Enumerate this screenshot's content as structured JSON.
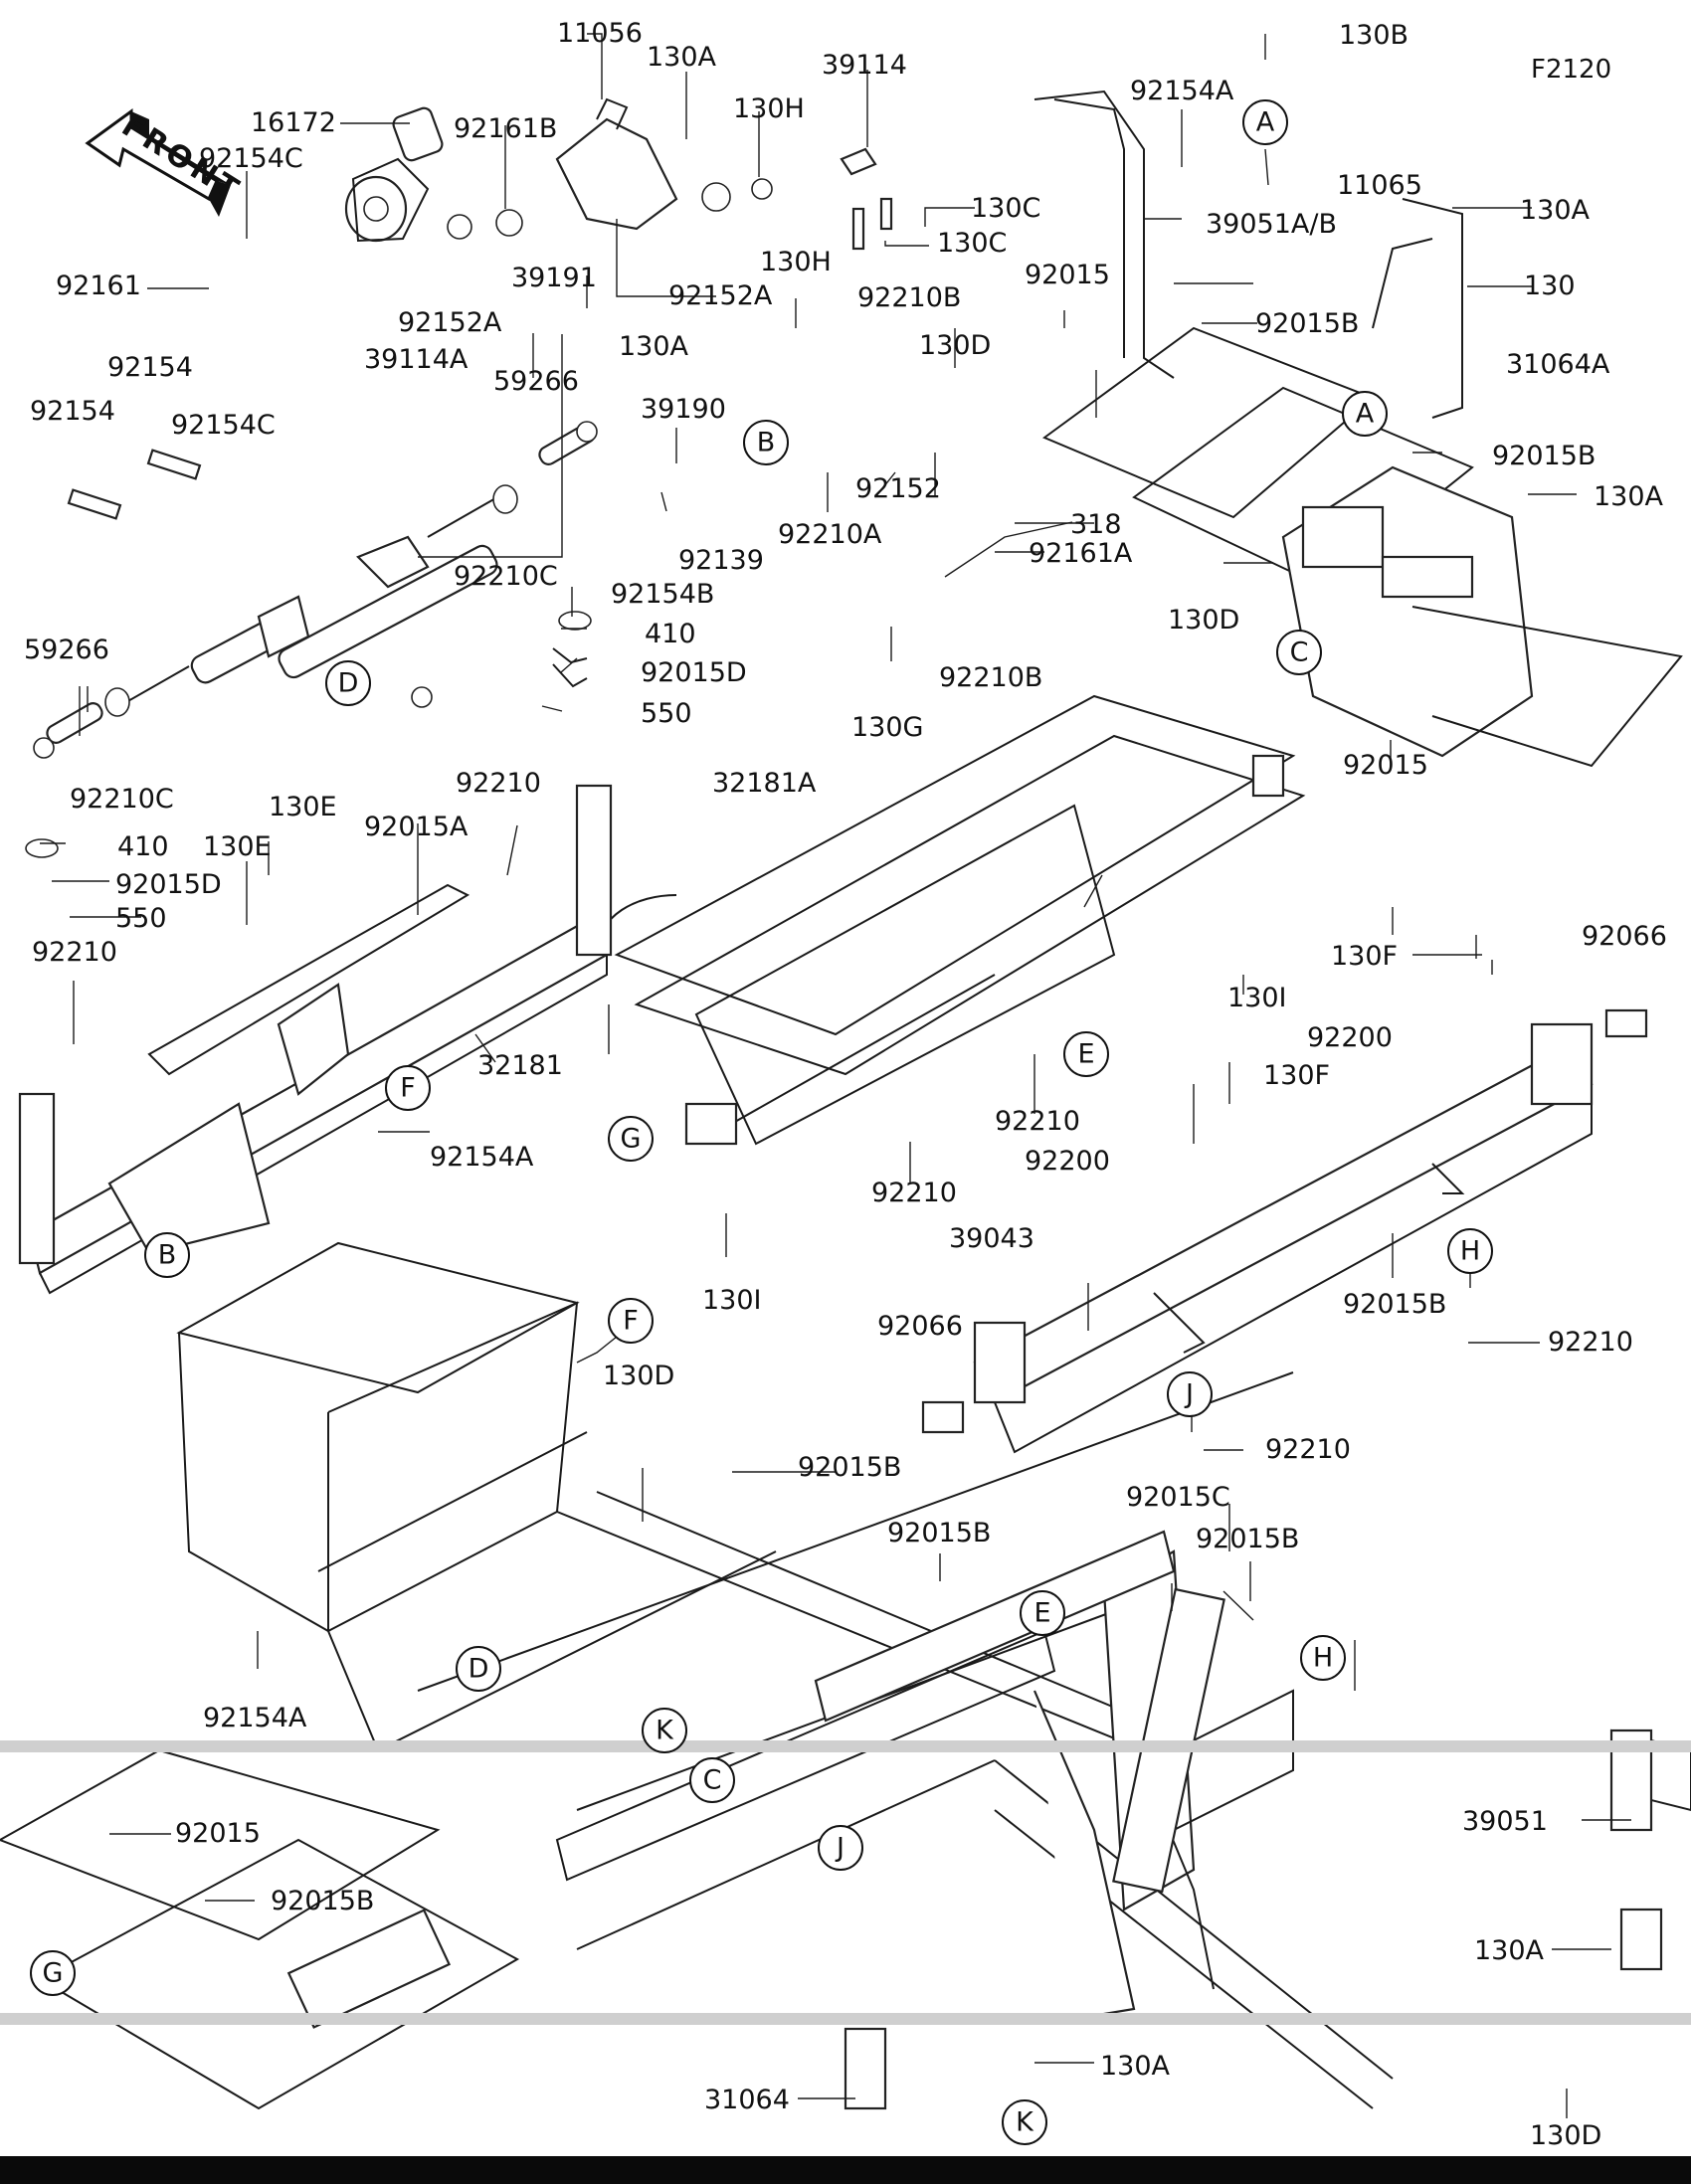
{
  "figure_code": "F2120",
  "front_label": "FRONT",
  "part_labels": {
    "p11056": "11056",
    "p130A_top": "130A",
    "p39114": "39114",
    "p130B": "130B",
    "p16172": "16172",
    "p92161B": "92161B",
    "p130H_top": "130H",
    "p92154A_top": "92154A",
    "p92154C_top": "92154C",
    "p130C_a": "130C",
    "p130C_b": "130C",
    "p11065": "11065",
    "p39051AB": "39051A/B",
    "p130A_r1": "130A",
    "p92161": "92161",
    "p92152A_a": "92152A",
    "p92152A_b": "92152A",
    "p130A_mid": "130A",
    "p39191": "39191",
    "p130H_mid": "130H",
    "p92210B_top": "92210B",
    "p92015_top": "92015",
    "p92015B_top": "92015B",
    "p130_r": "130",
    "p39114A": "39114A",
    "p92154_a": "92154",
    "p92154_b": "92154",
    "p92154C_mid": "92154C",
    "p59266_top": "59266",
    "p130D_top": "130D",
    "p39190": "39190",
    "p31064A": "31064A",
    "p92015B_r": "92015B",
    "p130A_r2": "130A",
    "p92152": "92152",
    "p92210C_top": "92210C",
    "p92210A": "92210A",
    "p92139": "92139",
    "p318": "318",
    "p92161A": "92161A",
    "p92154B": "92154B",
    "p410_top": "410",
    "p130D_mid": "130D",
    "p92015D_top": "92015D",
    "p92210B_mid": "92210B",
    "p550_top": "550",
    "p59266_left": "59266",
    "p130G": "130G",
    "p92015_mid": "92015",
    "p92210C_left": "92210C",
    "p32181A": "32181A",
    "p92210_a": "92210",
    "p92015A": "92015A",
    "p130E_a": "130E",
    "p410_left": "410",
    "p130E_b": "130E",
    "p92015D_left": "92015D",
    "p550_left": "550",
    "p92210_b": "92210",
    "p130F_a": "130F",
    "p92066_r": "92066",
    "p130I_a": "130I",
    "p92200_a": "92200",
    "p32181": "32181",
    "p92210_c": "92210",
    "p130F_b": "130F",
    "p92154A_mid": "92154A",
    "p92200_b": "92200",
    "p92210_d": "92210",
    "p39043": "39043",
    "p92015B_mid": "92015B",
    "p130I_b": "130I",
    "p92210_e": "92210",
    "p92066_l": "92066",
    "p130D_low": "130D",
    "p92015B_low": "92015B",
    "p92210_f": "92210",
    "p92015C": "92015C",
    "p92015B_low2": "92015B",
    "p92015B_low3": "92015B",
    "p92154A_low": "92154A",
    "p39051": "39051",
    "p92015_low": "92015",
    "p92015B_low4": "92015B",
    "p130A_low": "130A",
    "p130A_bot": "130A",
    "p31064": "31064",
    "p130D_bot": "130D"
  },
  "ref_letters": {
    "A1": "A",
    "A2": "A",
    "B1": "B",
    "B2": "B",
    "C1": "C",
    "C2": "C",
    "D1": "D",
    "D2": "D",
    "E1": "E",
    "E2": "E",
    "F1": "F",
    "F2": "F",
    "G1": "G",
    "G2": "G",
    "H1": "H",
    "H2": "H",
    "J1": "J",
    "J2": "J",
    "K1": "K",
    "K2": "K"
  },
  "colors": {
    "ink": "#111111",
    "paper": "#ffffff",
    "scan_noise": "#cfcfcf"
  }
}
